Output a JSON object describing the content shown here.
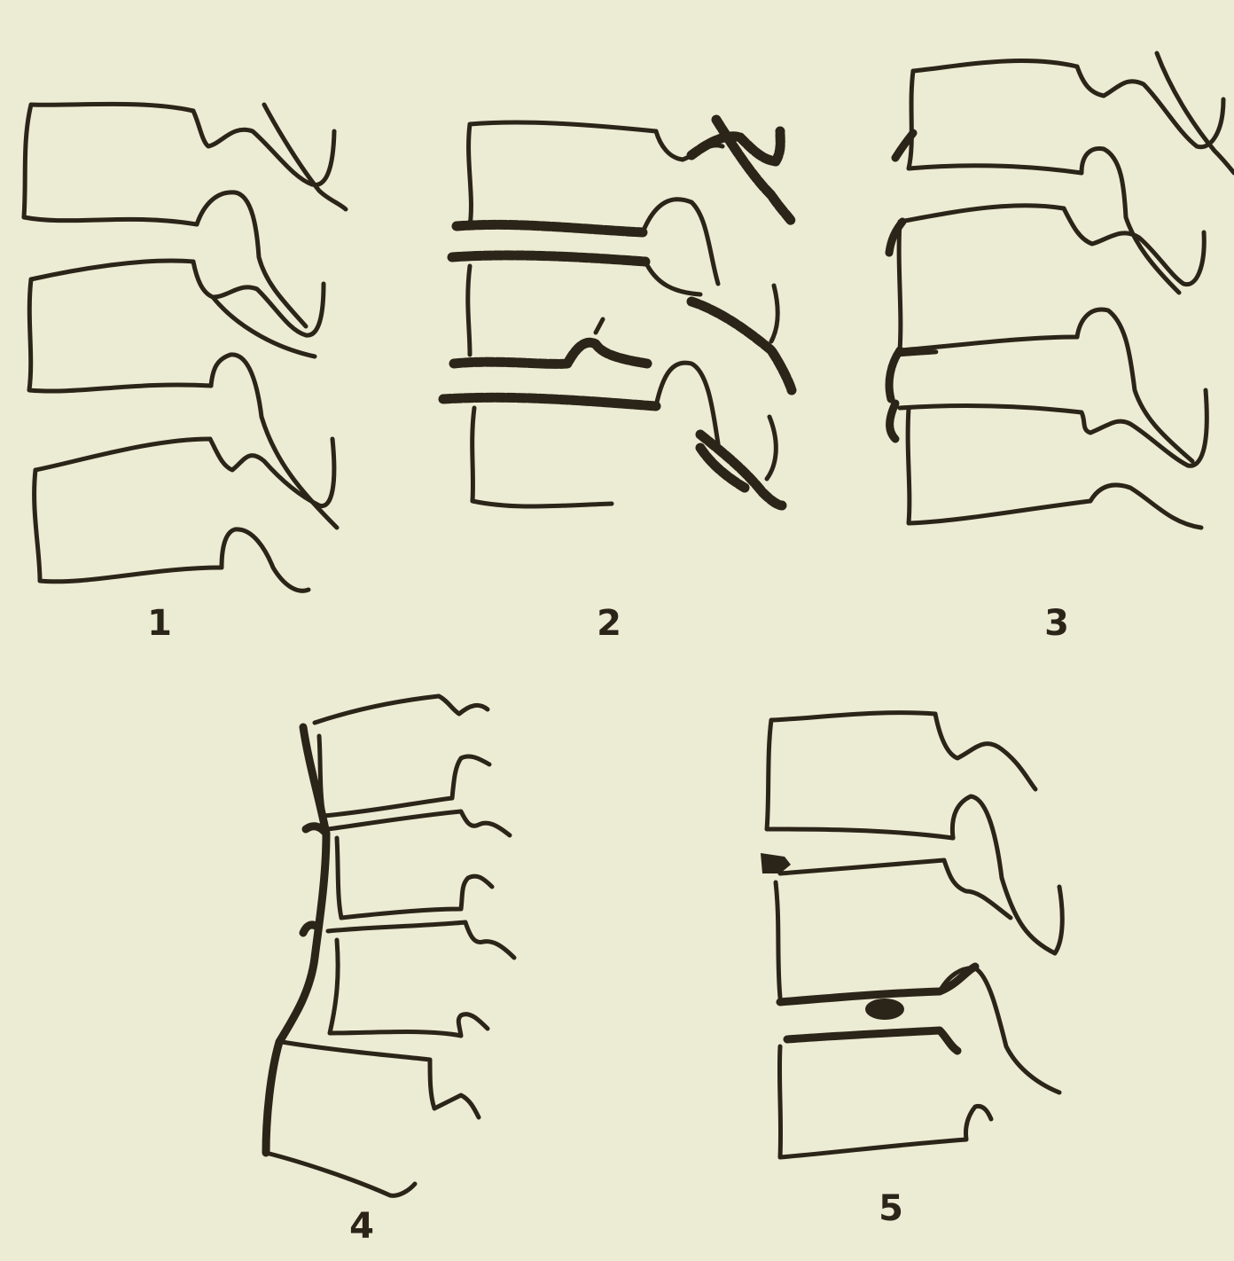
{
  "figure": {
    "background": "#ecebd3",
    "ink": "#2b2418",
    "panels": [
      {
        "label": "1"
      },
      {
        "label": "2"
      },
      {
        "label": "3"
      },
      {
        "label": "4"
      },
      {
        "label": "5"
      }
    ]
  }
}
